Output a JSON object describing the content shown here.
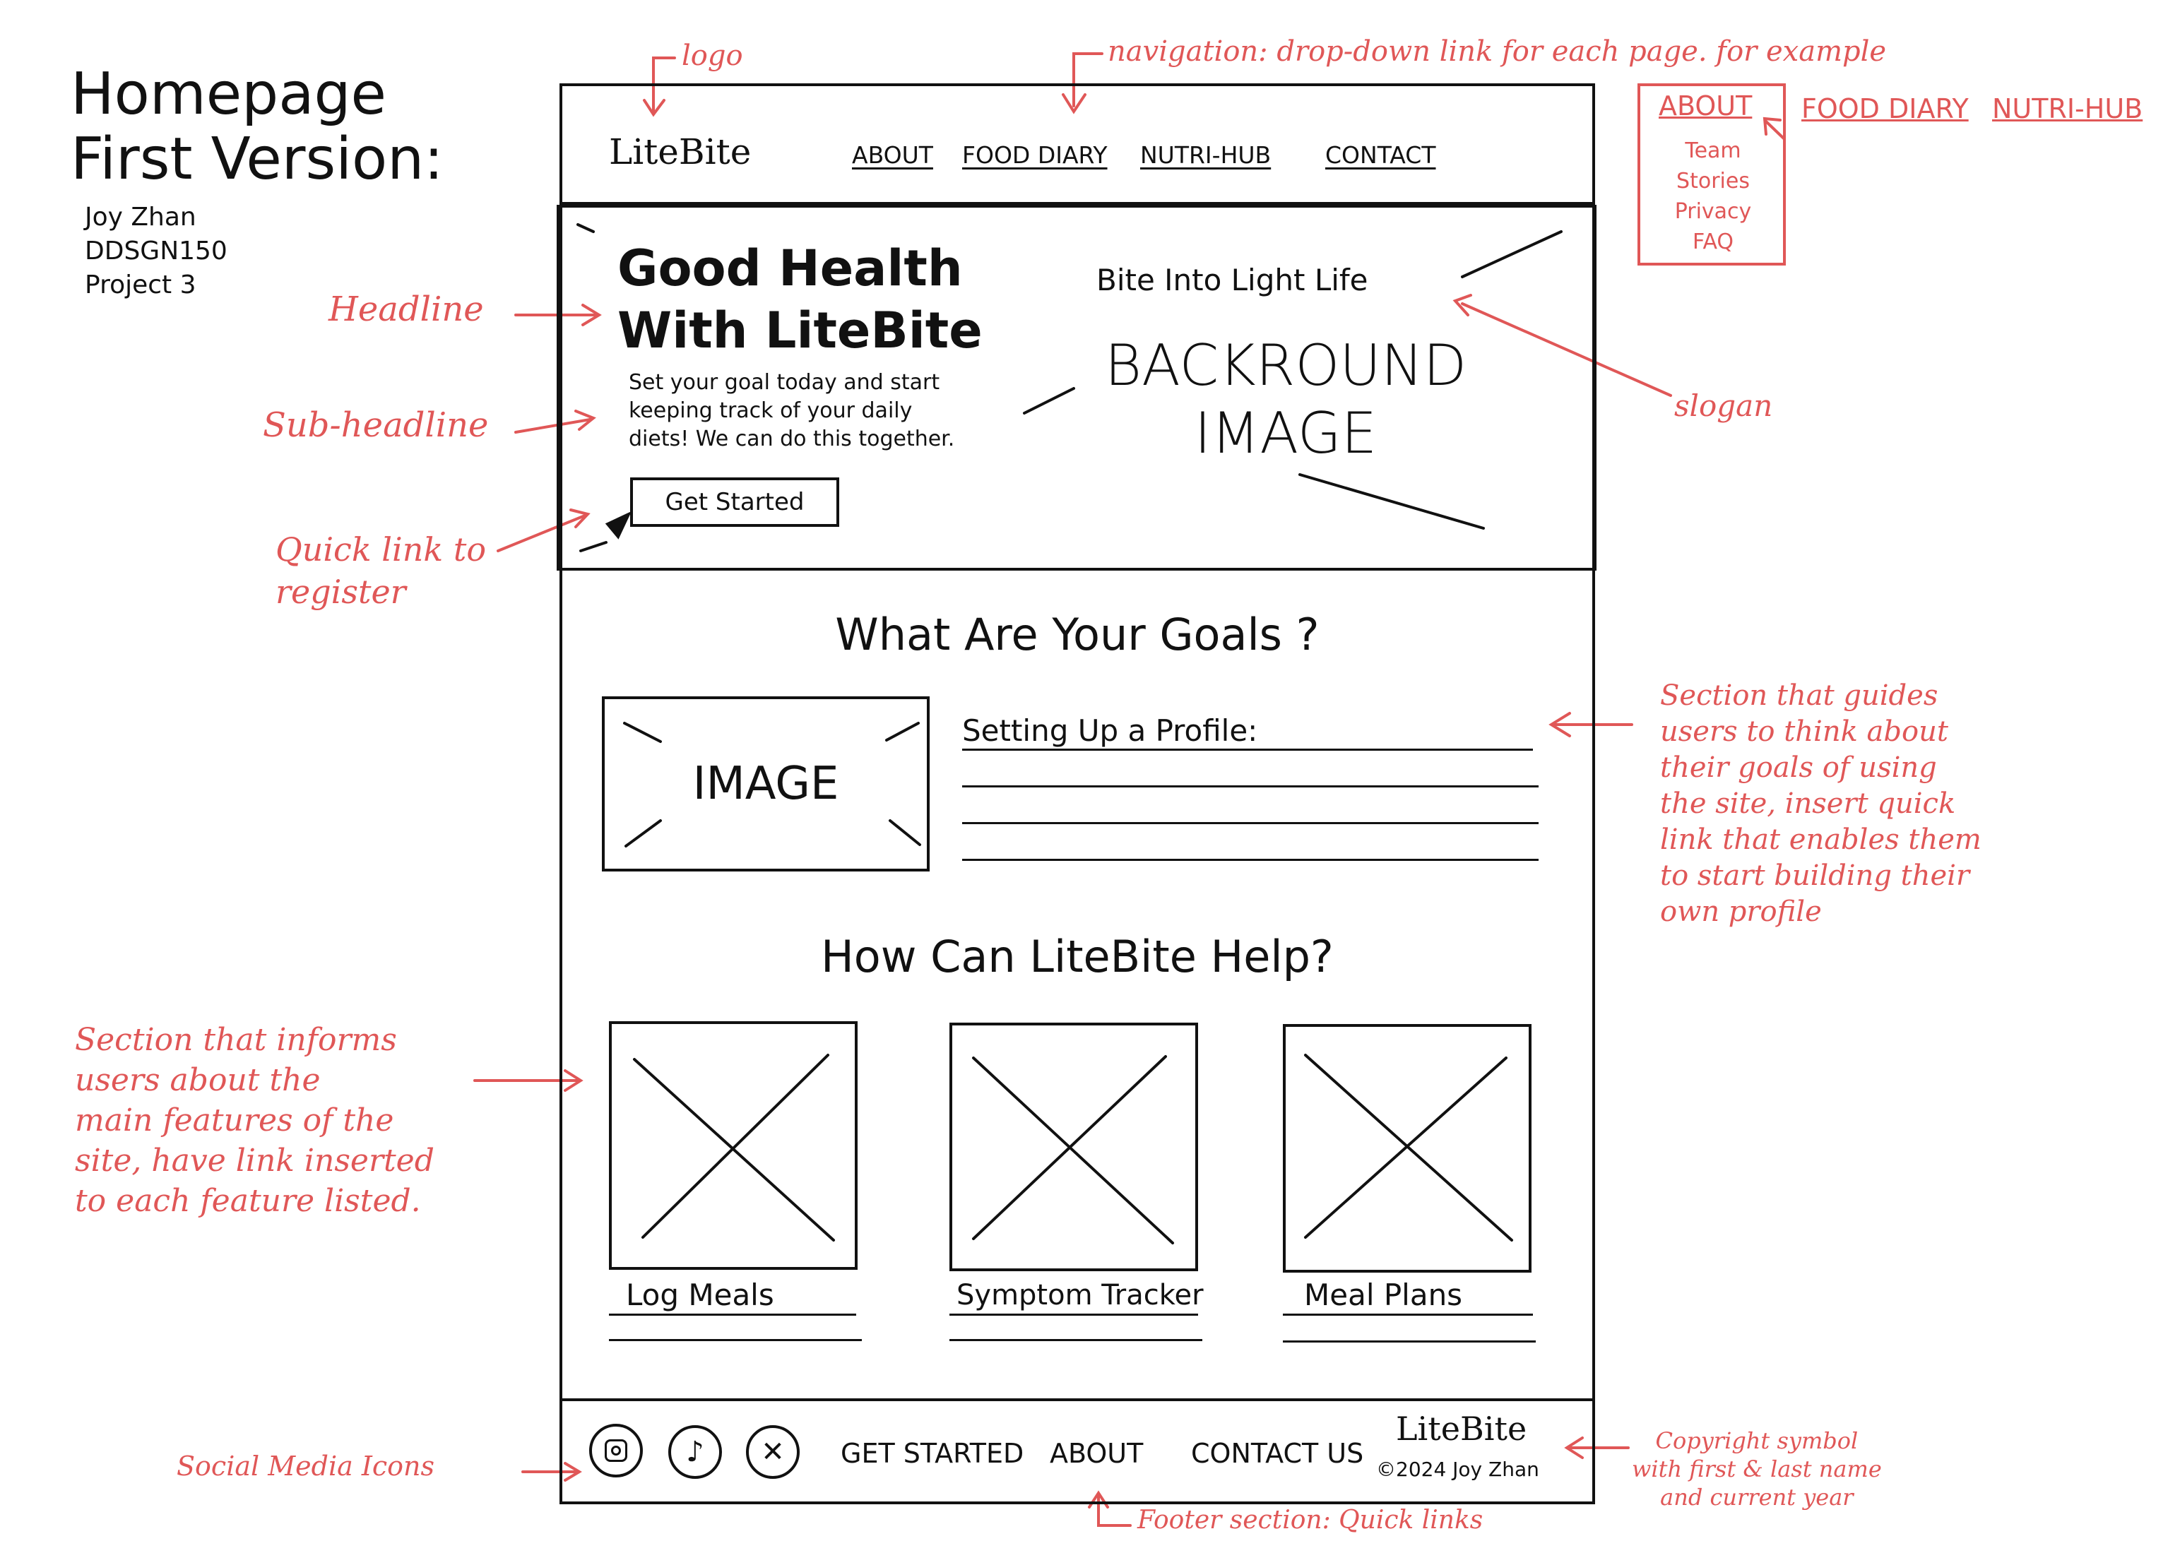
{
  "page_heading": {
    "line1": "Homepage",
    "line2": "First Version:"
  },
  "author": {
    "name": "Joy Zhan",
    "course": "DDSGN150",
    "project": "Project 3"
  },
  "annotations": {
    "logo": "logo",
    "navigation": "navigation: drop-down link for each page. for example",
    "headline": "Headline",
    "sub_headline": "Sub-headline",
    "quick_link_line1": "Quick link to",
    "quick_link_line2": "register",
    "slogan": "slogan",
    "goals_section": [
      "Section that guides",
      "users to think about",
      "their goals of using",
      "the site, insert quick",
      "link that enables them",
      "to start building their",
      "own profile"
    ],
    "features_section": [
      "Section that informs",
      "users about the",
      "main features of the",
      "site, have link inserted",
      "to each feature listed."
    ],
    "social_icons": "Social Media Icons",
    "copyright": [
      "Copyright symbol",
      "with first & last name",
      "and current year"
    ],
    "footer_section": "Footer section: Quick links"
  },
  "dropdown_example": {
    "menu_title": "ABOUT",
    "menu_items": [
      "Team",
      "Stories",
      "Privacy",
      "FAQ"
    ],
    "other_links": [
      "FOOD DIARY",
      "NUTRI-HUB"
    ]
  },
  "wireframe": {
    "logo": "LiteBite",
    "nav": [
      "ABOUT",
      "FOOD DIARY",
      "NUTRI-HUB",
      "CONTACT"
    ],
    "hero": {
      "headline_line1": "Good Health",
      "headline_line2": "With LiteBite",
      "sub_line1": "Set your goal today and start",
      "sub_line2": "keeping track of your daily",
      "sub_line3": "diets! We can do this together.",
      "cta": "Get Started",
      "slogan": "Bite Into Light Life",
      "bg_line1": "BACKROUND",
      "bg_line2": "IMAGE"
    },
    "goals": {
      "heading": "What Are Your Goals ?",
      "image_label": "IMAGE",
      "profile_label": "Setting Up a Profile:"
    },
    "help": {
      "heading": "How Can LiteBite Help?",
      "features": [
        "Log Meals",
        "Symptom Tracker",
        "Meal Plans"
      ]
    },
    "footer": {
      "links": [
        "GET STARTED",
        "ABOUT",
        "CONTACT US"
      ],
      "logo": "LiteBite",
      "copyright": "©2024 Joy Zhan",
      "social": [
        "instagram-icon",
        "tiktok-icon",
        "x-icon"
      ]
    }
  },
  "colors": {
    "annotation": "#e05757",
    "ink": "#111111",
    "background": "#ffffff"
  }
}
